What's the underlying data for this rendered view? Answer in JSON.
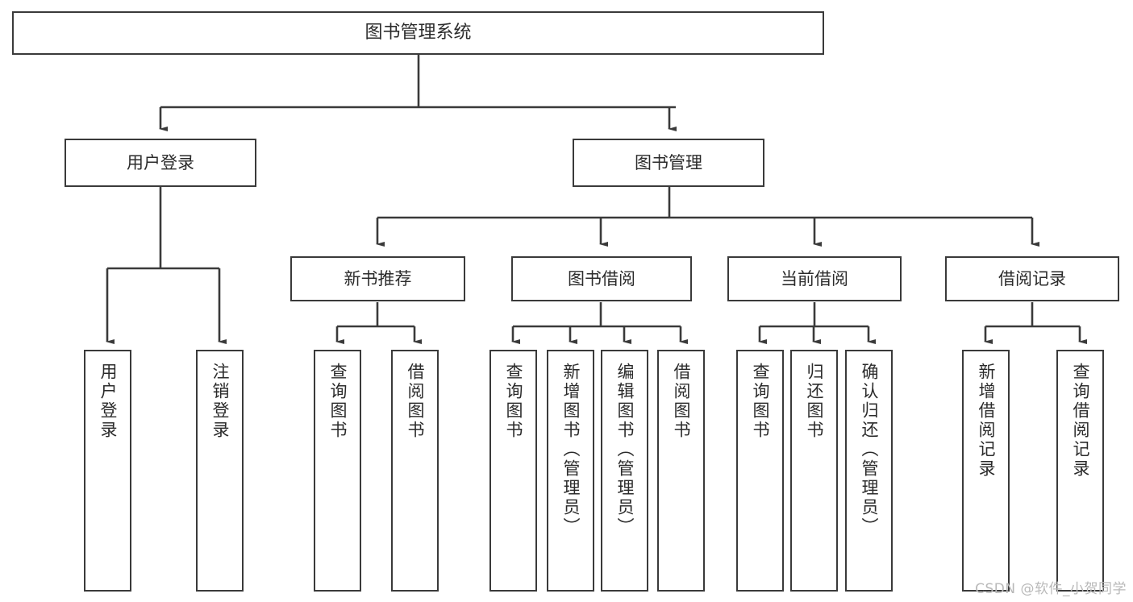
{
  "diagram": {
    "type": "tree-hierarchy",
    "title": "图书管理系统",
    "watermark": "CSDN @软件_小贺同学",
    "theme": {
      "background": "#ffffff",
      "box_border": "#3a3a3a",
      "connector": "#3a3a3a",
      "text": "#2b2b2b",
      "watermark_color": "#b9b9b9"
    },
    "levels": {
      "root": {
        "label": "图书管理系统"
      },
      "level2": [
        {
          "id": "user-login",
          "label": "用户登录"
        },
        {
          "id": "book-manage",
          "label": "图书管理"
        }
      ],
      "level3": [
        {
          "id": "new-book-recommend",
          "label": "新书推荐",
          "parent": "book-manage"
        },
        {
          "id": "book-borrow",
          "label": "图书借阅",
          "parent": "book-manage"
        },
        {
          "id": "current-borrow",
          "label": "当前借阅",
          "parent": "book-manage"
        },
        {
          "id": "borrow-record",
          "label": "借阅记录",
          "parent": "book-manage"
        }
      ],
      "leaves": [
        {
          "id": "leaf-user-login",
          "label": "用户登录",
          "parent": "user-login"
        },
        {
          "id": "leaf-logout",
          "label": "注销登录",
          "parent": "user-login"
        },
        {
          "id": "leaf-query-book-1",
          "label": "查询图书",
          "parent": "new-book-recommend"
        },
        {
          "id": "leaf-borrow-book-1",
          "label": "借阅图书",
          "parent": "new-book-recommend"
        },
        {
          "id": "leaf-query-book-2",
          "label": "查询图书",
          "parent": "book-borrow"
        },
        {
          "id": "leaf-add-book",
          "label": "新增图书（管理员）",
          "parent": "book-borrow"
        },
        {
          "id": "leaf-edit-book",
          "label": "编辑图书（管理员）",
          "parent": "book-borrow"
        },
        {
          "id": "leaf-borrow-book-2",
          "label": "借阅图书",
          "parent": "book-borrow"
        },
        {
          "id": "leaf-query-book-3",
          "label": "查询图书",
          "parent": "current-borrow"
        },
        {
          "id": "leaf-return-book",
          "label": "归还图书",
          "parent": "current-borrow"
        },
        {
          "id": "leaf-confirm-return",
          "label": "确认归还（管理员）",
          "parent": "current-borrow"
        },
        {
          "id": "leaf-add-record",
          "label": "新增借阅记录",
          "parent": "borrow-record"
        },
        {
          "id": "leaf-query-record",
          "label": "查询借阅记录",
          "parent": "borrow-record"
        }
      ]
    }
  }
}
